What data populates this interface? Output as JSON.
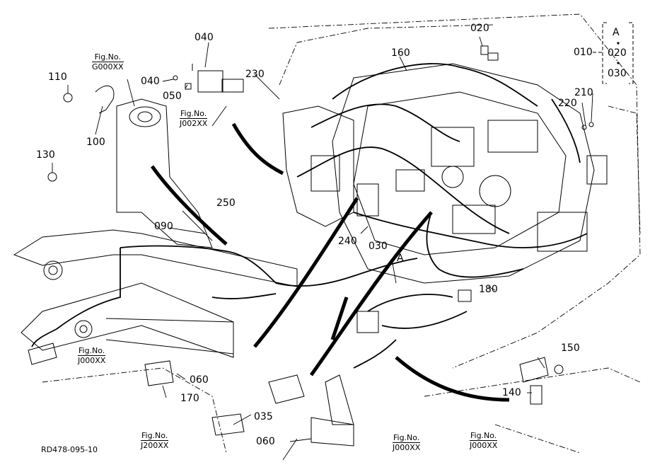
{
  "drawing_code": "RD478-095-10",
  "callouts": {
    "c010": "010",
    "c020_top": "020",
    "c020_side": "020",
    "c030_side": "030",
    "c030_mid": "030",
    "cA_side": "A",
    "cA_mid": "A",
    "c035": "035",
    "c040_a": "040",
    "c040_b": "040",
    "c050": "050",
    "c060_a": "060",
    "c060_b": "060",
    "c090": "090",
    "c100": "100",
    "c110": "110",
    "c130": "130",
    "c140": "140",
    "c150": "150",
    "c160": "160",
    "c170": "170",
    "c180": "180",
    "c210": "210",
    "c220": "220",
    "c230": "230",
    "c240": "240",
    "c250": "250"
  },
  "figure_refs": [
    {
      "label": "Fig.No.",
      "ref": "G000XX"
    },
    {
      "label": "Fig.No.",
      "ref": "J002XX"
    },
    {
      "label": "Fig.No.",
      "ref": "J000XX"
    },
    {
      "label": "Fig.No.",
      "ref": "J200XX"
    },
    {
      "label": "Fig.No.",
      "ref": "J000XX"
    },
    {
      "label": "Fig.No.",
      "ref": "J000XX"
    }
  ]
}
